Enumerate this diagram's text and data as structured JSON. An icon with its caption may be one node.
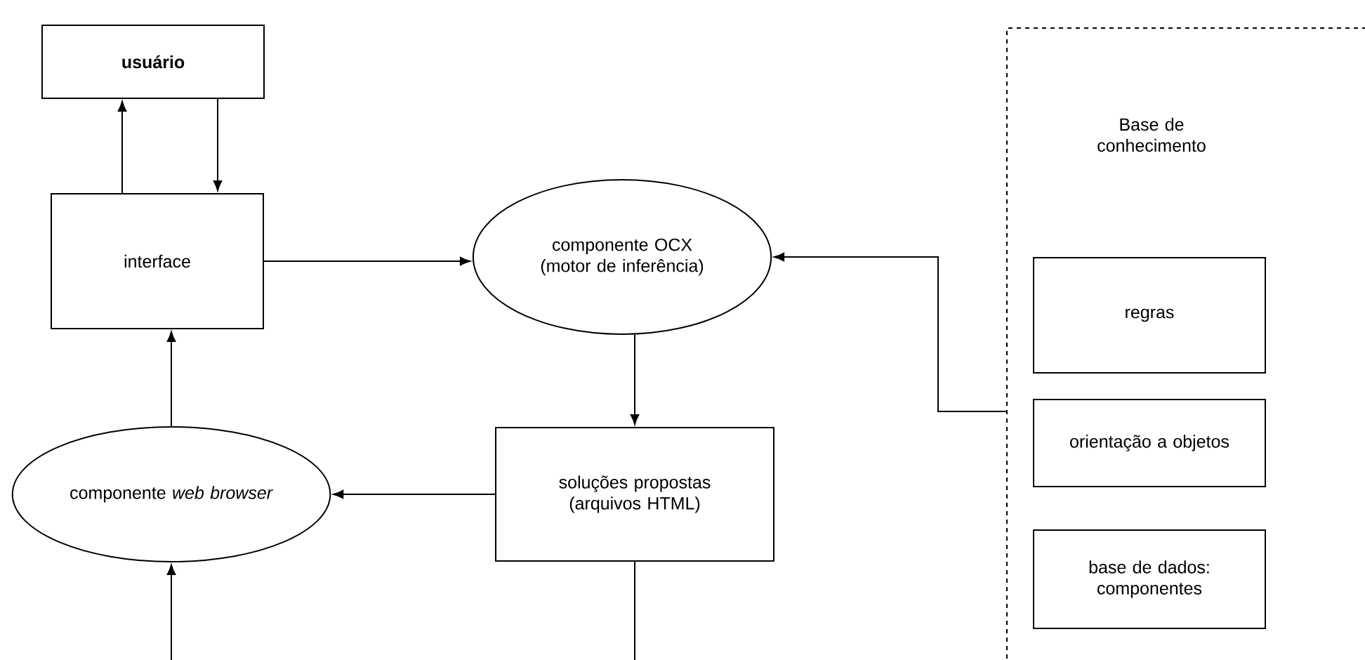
{
  "diagram": {
    "nodes": [
      {
        "text": [
          "**usuário**"
        ]
      },
      {
        "text": [
          "interface"
        ]
      },
      {
        "text": [
          "componente OCX (motor de inferência)"
        ]
      },
      {
        "text": [
          "soluções propostas (arquivos HTML)"
        ]
      },
      {
        "text": [
          "componente *web browser*"
        ]
      },
      {
        "text": [
          "Base de conhecimento"
        ]
      },
      {
        "text": [
          "regras"
        ],
        "in": 5
      },
      {
        "text": [
          "orientação a objetos"
        ],
        "in": 5
      },
      {
        "text": [
          "base de dados: componentes"
        ],
        "in": 5
      }
    ],
    "edges": [
      {
        "from": 1,
        "to": 0,
        "arrow": "to"
      },
      {
        "from": 0,
        "to": 1,
        "arrow": "to"
      },
      {
        "from": 1,
        "to": 2,
        "arrow": "to"
      },
      {
        "from": 5,
        "to": 2,
        "arrow": "to"
      },
      {
        "from": 2,
        "to": 3,
        "arrow": "to"
      },
      {
        "from": 3,
        "to": 4,
        "arrow": "to"
      },
      {
        "from": 4,
        "to": 1,
        "arrow": "to"
      },
      {
        "from": null,
        "to": 4,
        "arrow": "to"
      },
      {
        "from": 3,
        "to": null,
        "arrow": "none"
      }
    ]
  }
}
